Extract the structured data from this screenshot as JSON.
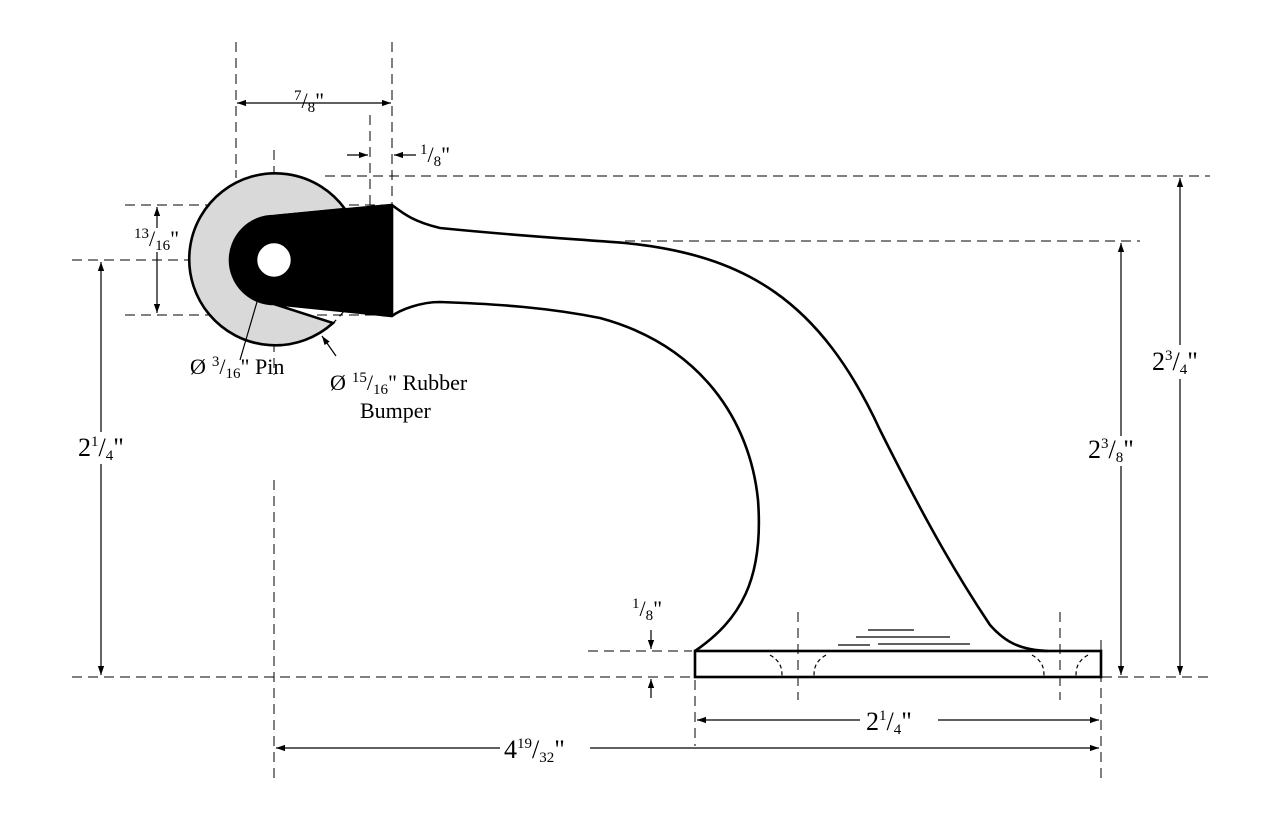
{
  "dimensions": {
    "top_offset": {
      "num": "7",
      "den": "8",
      "unit": "\""
    },
    "pin_gap": {
      "num": "1",
      "den": "8",
      "unit": "\""
    },
    "slot_height": {
      "num": "13",
      "den": "16",
      "unit": "\""
    },
    "total_height": {
      "whole": "2",
      "num": "3",
      "den": "4",
      "unit": "\""
    },
    "arm_height": {
      "whole": "2",
      "num": "3",
      "den": "8",
      "unit": "\""
    },
    "pin_height": {
      "whole": "2",
      "num": "1",
      "den": "4",
      "unit": "\""
    },
    "base_thickness": {
      "num": "1",
      "den": "8",
      "unit": "\""
    },
    "base_length": {
      "whole": "2",
      "num": "1",
      "den": "4",
      "unit": "\""
    },
    "overall_length": {
      "whole": "4",
      "num": "19",
      "den": "32",
      "unit": "\""
    }
  },
  "labels": {
    "pin": {
      "prefix": "Ø",
      "num": "3",
      "den": "16",
      "suffix": "\" Pin"
    },
    "bumper": {
      "prefix": "Ø",
      "num": "15",
      "den": "16",
      "suffix": "\" Rubber",
      "line2": "Bumper"
    }
  },
  "colors": {
    "bumper_fill": "#d9d9d9",
    "line": "#000000"
  }
}
